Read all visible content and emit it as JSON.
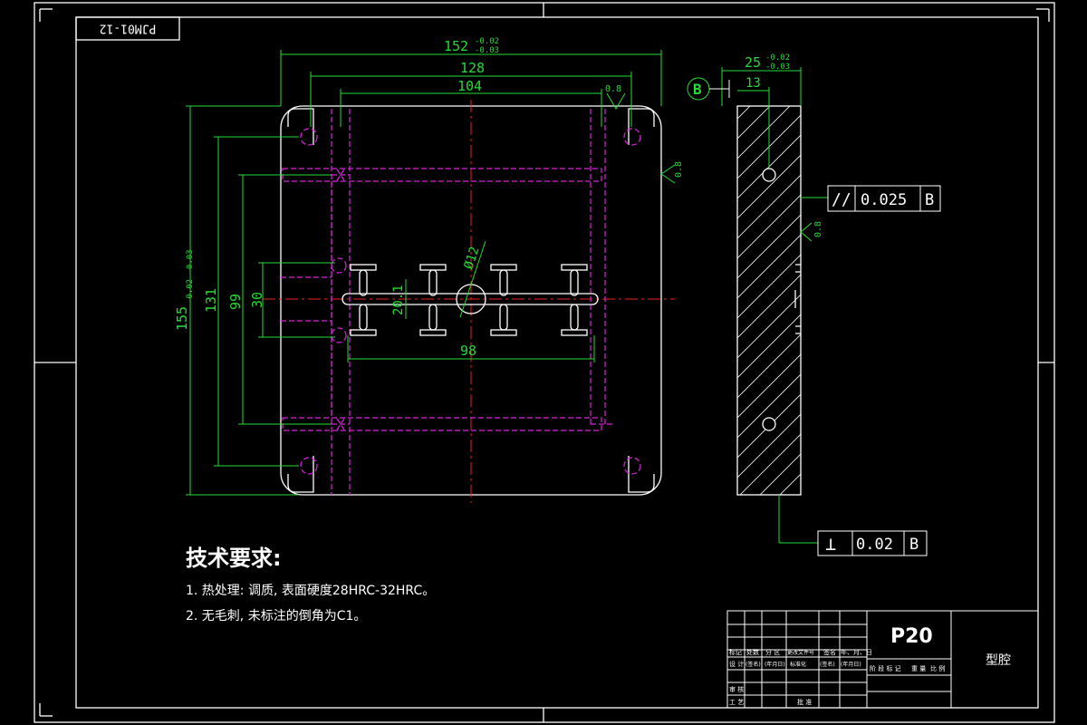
{
  "drawing_number": "PJM01-12",
  "colors": {
    "outline": "#ffffff",
    "dimension": "#22dd33",
    "hidden": "#dd22dd",
    "center": "#ee2222"
  },
  "dimensions": {
    "width_total": "152",
    "width_total_tol_upper": "-0.02",
    "width_total_tol_lower": "-0.03",
    "width_128": "128",
    "width_104": "104",
    "height_total": "155",
    "height_total_tol": "-0.02 -0.03",
    "height_131": "131",
    "height_99": "99",
    "height_30": "30",
    "dim_20_1": "20.1",
    "dim_98": "98",
    "diameter_12": "Ø12",
    "thickness": "25",
    "thickness_tol_upper": "-0.02",
    "thickness_tol_lower": "-0.03",
    "dim_13": "13"
  },
  "roughness": {
    "r1": "0.8",
    "r2": "0.8",
    "r3": "0.8"
  },
  "datum": "B",
  "tolerances": {
    "parallel": {
      "symbol": "//",
      "value": "0.025",
      "datum": "B"
    },
    "perpendicular": {
      "symbol": "⊥",
      "value": "0.02",
      "datum": "B"
    }
  },
  "tech_requirements": {
    "title": "技术要求:",
    "items": [
      "1. 热处理: 调质, 表面硬度28HRC-32HRC。",
      "2. 无毛刺, 未标注的倒角为C1。"
    ]
  },
  "title_block": {
    "material": "P20",
    "part_name": "型腔",
    "row_labels": [
      "标记",
      "处数",
      "分 区",
      "更改文件号",
      "签名",
      "年、月、日"
    ],
    "row_design": [
      "设 计",
      "(签名)",
      "(年月日)",
      "标准化",
      "(签名)",
      "(年月日)"
    ],
    "stage_labels": [
      "阶 段 标 记",
      "重 量",
      "比 例"
    ],
    "bottom_labels": [
      "审 核",
      "工 艺",
      "批 准"
    ]
  }
}
